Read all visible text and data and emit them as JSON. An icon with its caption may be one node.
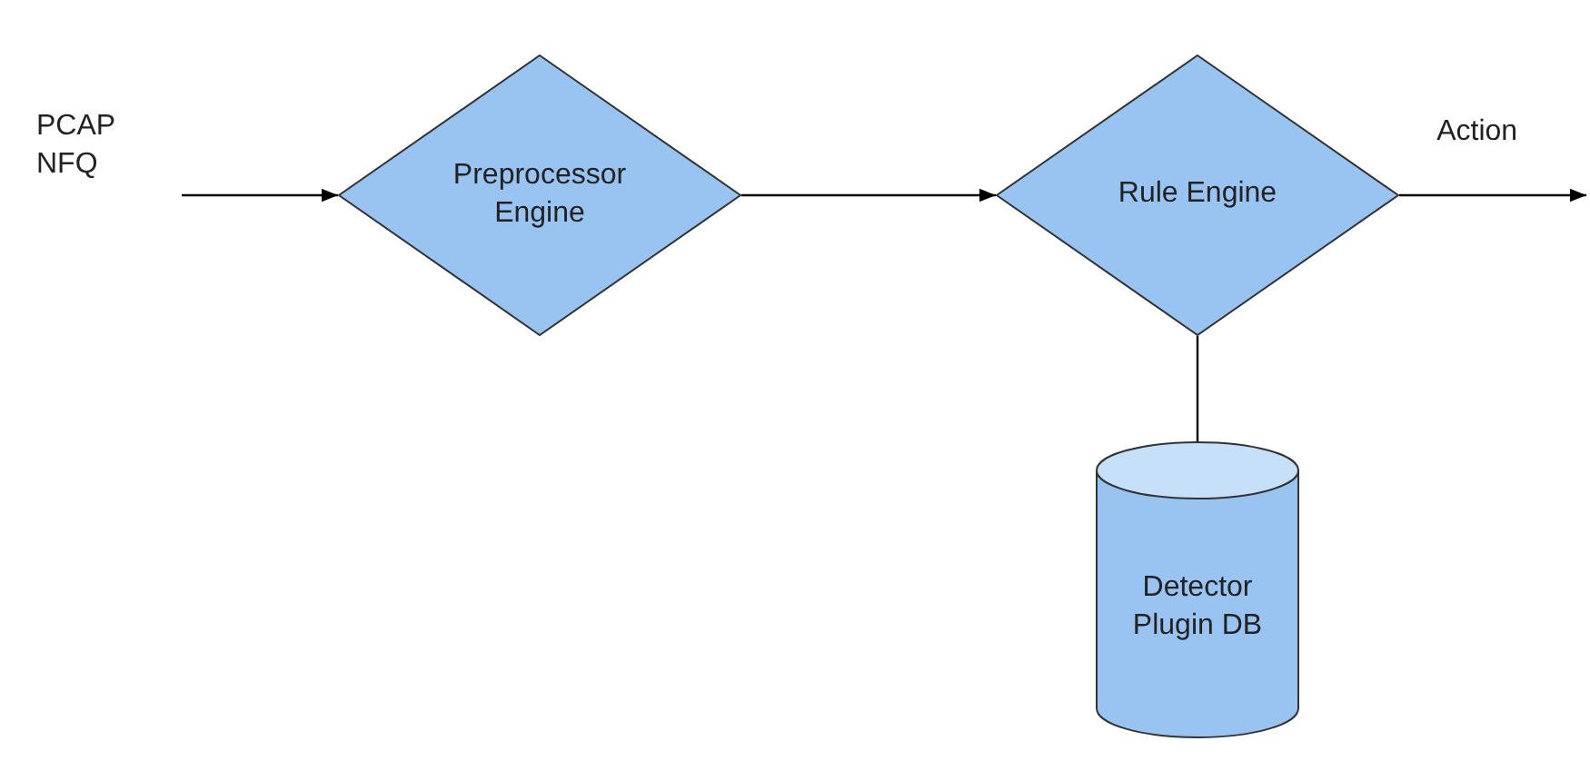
{
  "diagram": {
    "nodes": [
      {
        "text": [
          "PCAP NFQ"
        ]
      },
      {
        "text": [
          "Preprocessor Engine"
        ]
      },
      {
        "text": [
          "Rule Engine"
        ]
      },
      {
        "text": [
          "Detector Plugin DB"
        ]
      }
    ],
    "edges": [
      {
        "from": 0,
        "to": 1,
        "arrow": "to"
      },
      {
        "from": 1,
        "to": 2,
        "arrow": "to"
      },
      {
        "from": 2,
        "to": null,
        "arrow": "to",
        "label": "Action"
      },
      {
        "from": 2,
        "to": 3,
        "arrow": "none"
      }
    ]
  }
}
